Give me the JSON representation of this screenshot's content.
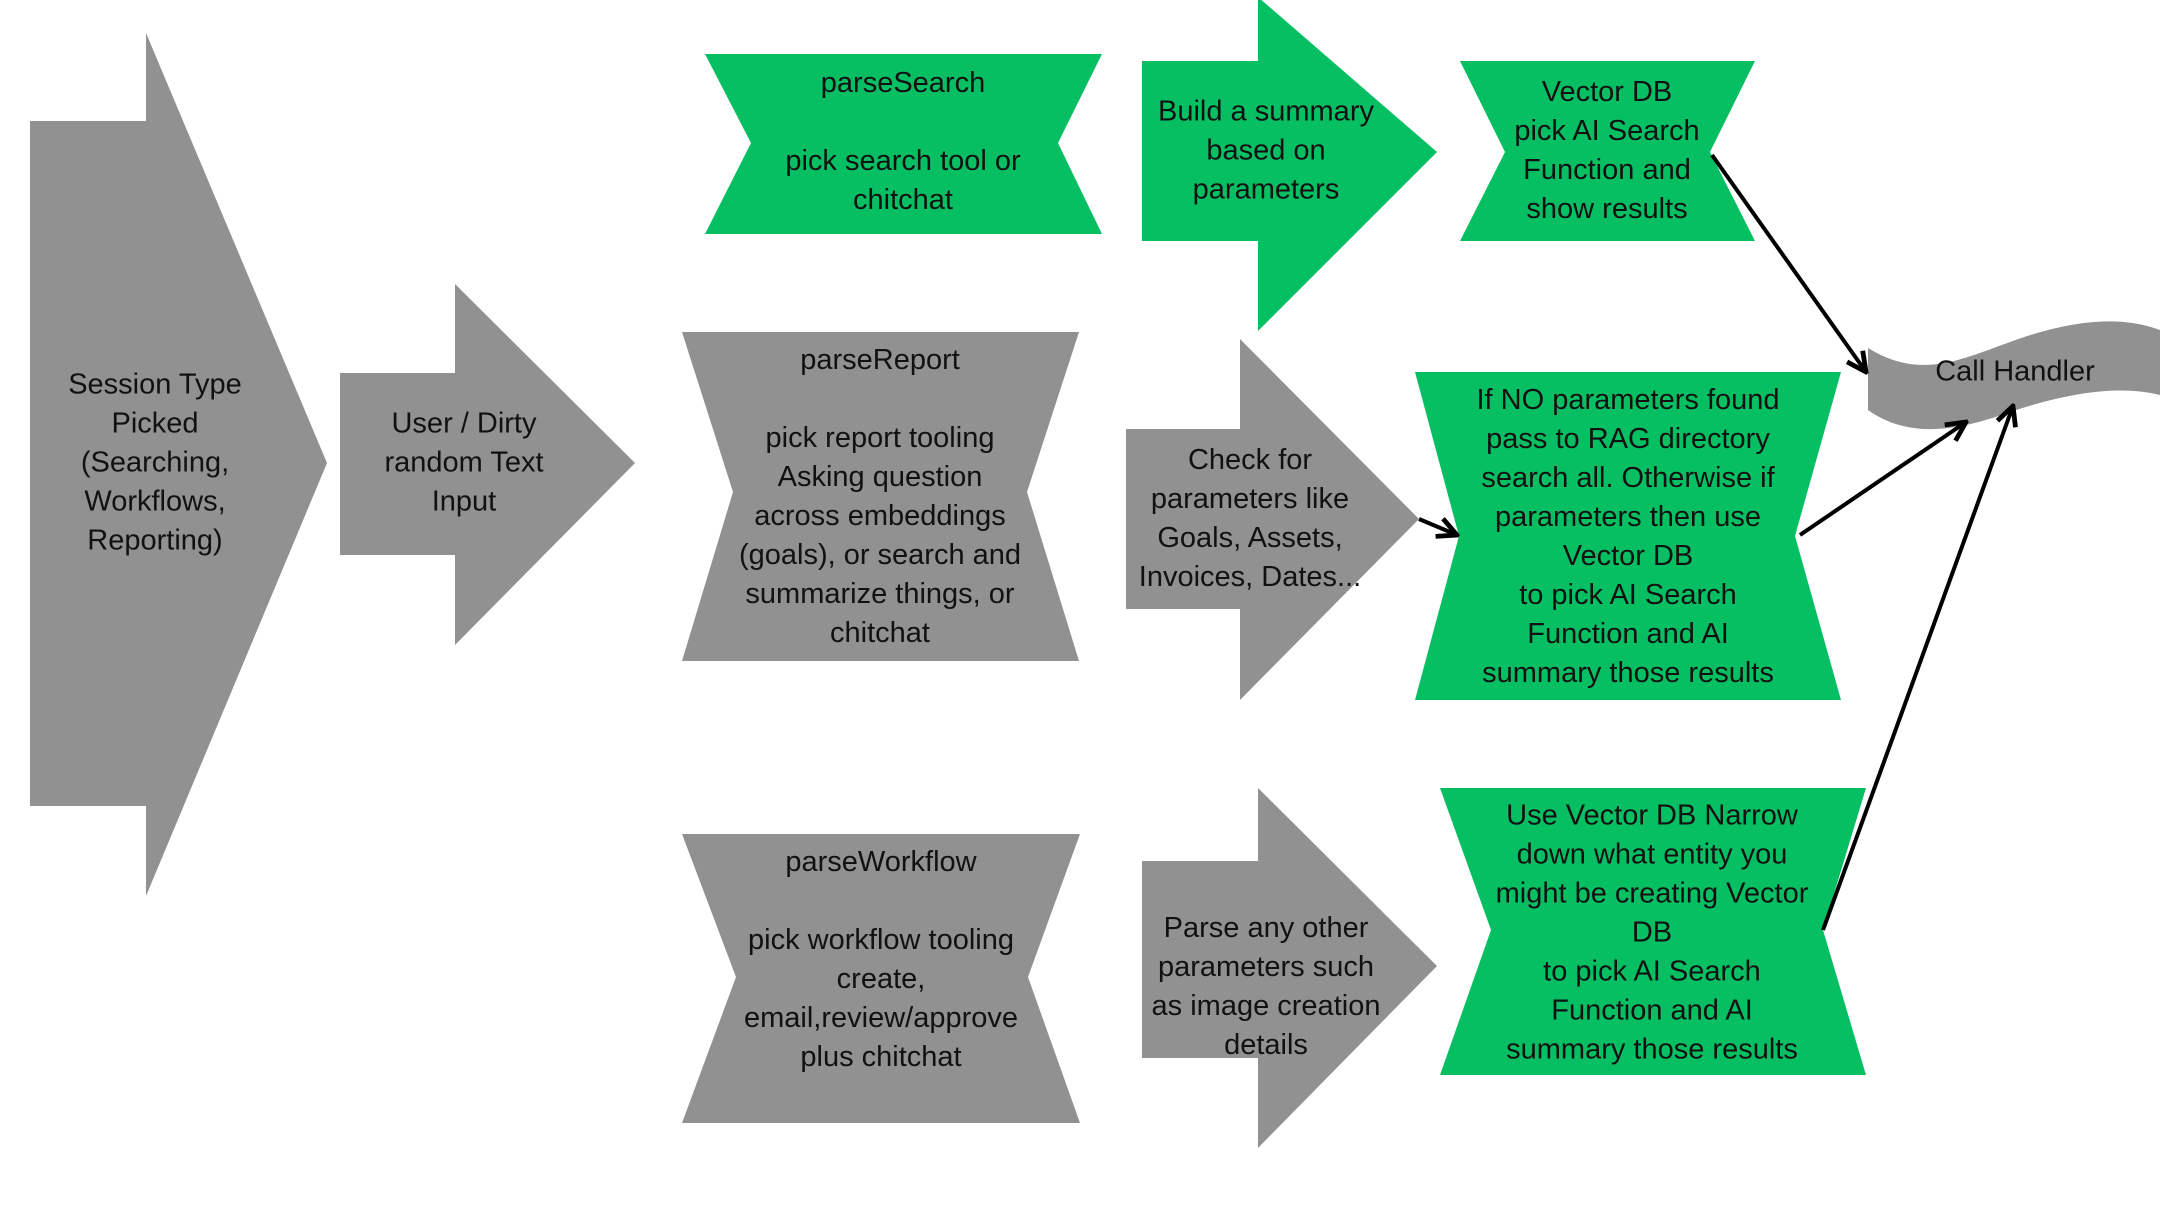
{
  "colors": {
    "gray": "#919191",
    "green": "#06bf63",
    "text": "#111111",
    "connector": "#000000",
    "background": "#ffffff"
  },
  "nodes": {
    "session_type": {
      "shape": "arrow",
      "color": "gray",
      "lines": [
        "Session Type",
        "Picked",
        "(Searching,",
        "Workflows,",
        "Reporting)"
      ]
    },
    "user_input": {
      "shape": "arrow",
      "color": "gray",
      "lines": [
        "User / Dirty",
        "random Text",
        "Input"
      ]
    },
    "parse_search": {
      "shape": "chevron-banner",
      "color": "green",
      "title": "parseSearch",
      "lines": [
        "pick search tool or",
        "chitchat"
      ]
    },
    "build_summary": {
      "shape": "arrow",
      "color": "green",
      "lines": [
        "Build a summary",
        "based on",
        "parameters"
      ]
    },
    "vector_db_search": {
      "shape": "hourglass",
      "color": "green",
      "lines": [
        "Vector DB",
        "pick AI Search",
        "Function and",
        "show results"
      ]
    },
    "parse_report": {
      "shape": "hourglass",
      "color": "gray",
      "title": "parseReport",
      "lines": [
        "pick report tooling",
        "Asking question",
        "across embeddings",
        "(goals), or search and",
        "summarize things, or",
        "chitchat"
      ]
    },
    "check_params": {
      "shape": "arrow",
      "color": "gray",
      "lines": [
        "Check for",
        "parameters like",
        "Goals, Assets,",
        "Invoices, Dates..."
      ]
    },
    "rag_or_vector": {
      "shape": "hourglass",
      "color": "green",
      "lines": [
        "If NO parameters found",
        "pass to RAG directory",
        "search all. Otherwise if",
        "parameters then use",
        "Vector DB",
        "to pick AI Search",
        "Function and AI",
        "summary those results"
      ]
    },
    "call_handler": {
      "shape": "wave",
      "color": "gray",
      "lines": [
        "Call Handler"
      ]
    },
    "parse_workflow": {
      "shape": "hourglass",
      "color": "gray",
      "title": "parseWorkflow",
      "lines": [
        "pick workflow tooling",
        "create,",
        "email,review/approve",
        "plus chitchat"
      ]
    },
    "parse_other": {
      "shape": "arrow",
      "color": "gray",
      "lines": [
        "Parse any other",
        "parameters such",
        "as image creation",
        "details"
      ]
    },
    "vector_db_workflow": {
      "shape": "hourglass",
      "color": "green",
      "lines": [
        "Use Vector DB Narrow",
        "down what entity you",
        "might be creating Vector",
        "DB",
        "to pick AI Search",
        "Function and AI",
        "summary those results"
      ]
    }
  },
  "edges": [
    {
      "from": "vector_db_search",
      "to": "call_handler"
    },
    {
      "from": "check_params",
      "to": "rag_or_vector"
    },
    {
      "from": "rag_or_vector",
      "to": "call_handler"
    },
    {
      "from": "vector_db_workflow",
      "to": "call_handler"
    }
  ]
}
